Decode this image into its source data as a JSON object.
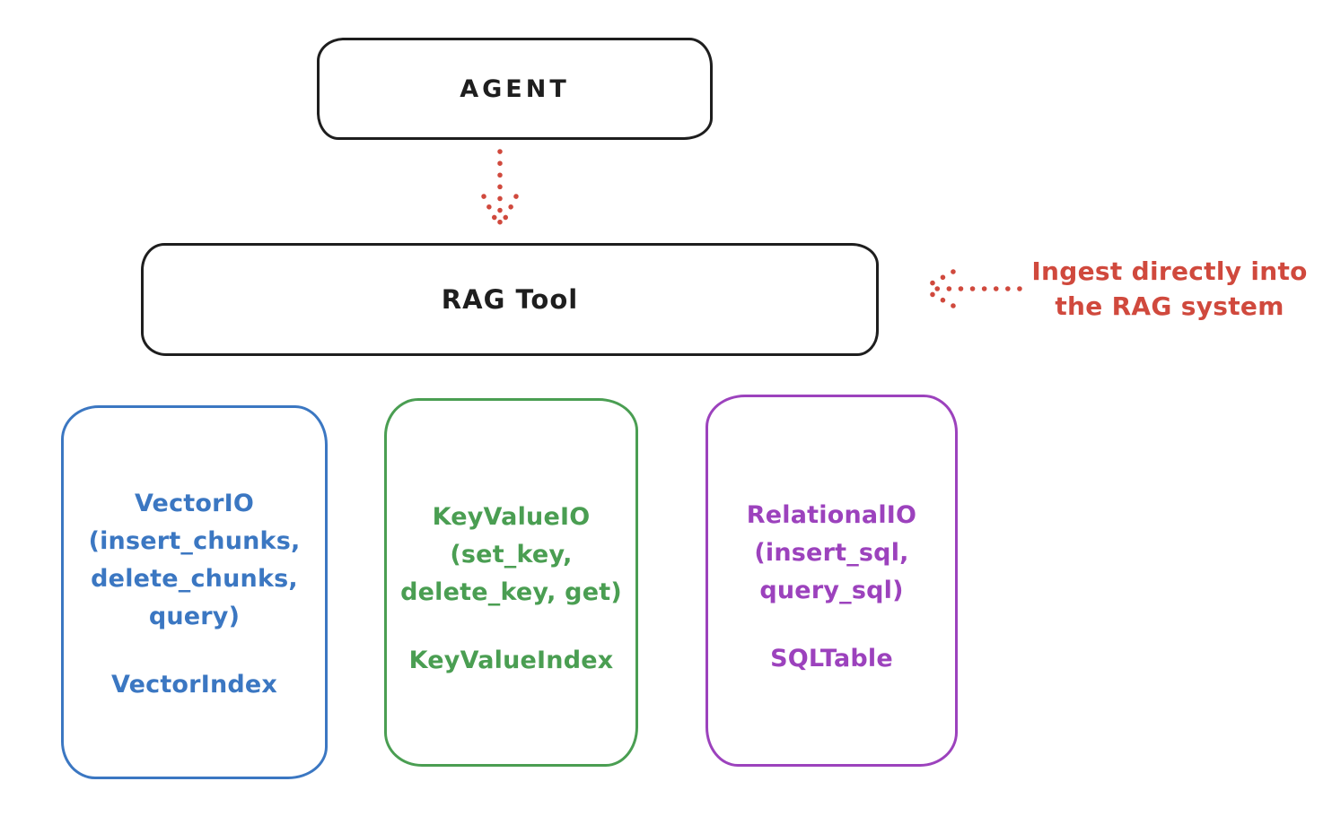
{
  "diagram": {
    "agent": {
      "label": "AGENT"
    },
    "rag_tool": {
      "label": "RAG Tool"
    },
    "annotation": {
      "lines": [
        "Ingest directly into",
        "the RAG system"
      ],
      "color": "#d0493d"
    },
    "arrows": [
      {
        "name": "agent-to-ragtool-dotted-arrow",
        "style": "dotted",
        "direction": "down",
        "color": "#d0493d"
      },
      {
        "name": "ingest-dotted-arrow",
        "style": "dotted",
        "direction": "left",
        "color": "#d0493d"
      }
    ],
    "backends": [
      {
        "id": "vector",
        "color": "#3b77c2",
        "lines": [
          "VectorIO",
          "(insert_chunks,",
          "delete_chunks,",
          "query)"
        ],
        "index_label": "VectorIndex"
      },
      {
        "id": "keyvalue",
        "color": "#4a9e52",
        "lines": [
          "KeyValueIO",
          "(set_key,",
          "delete_key, get)"
        ],
        "index_label": "KeyValueIndex"
      },
      {
        "id": "relational",
        "color": "#9c42bd",
        "lines": [
          "RelationalIO",
          "(insert_sql,",
          "query_sql)"
        ],
        "index_label": "SQLTable"
      }
    ],
    "colors": {
      "stroke_black": "#1e1e1e",
      "red": "#d0493d",
      "blue": "#3b77c2",
      "green": "#4a9e52",
      "purple": "#9c42bd",
      "background": "#ffffff"
    }
  }
}
